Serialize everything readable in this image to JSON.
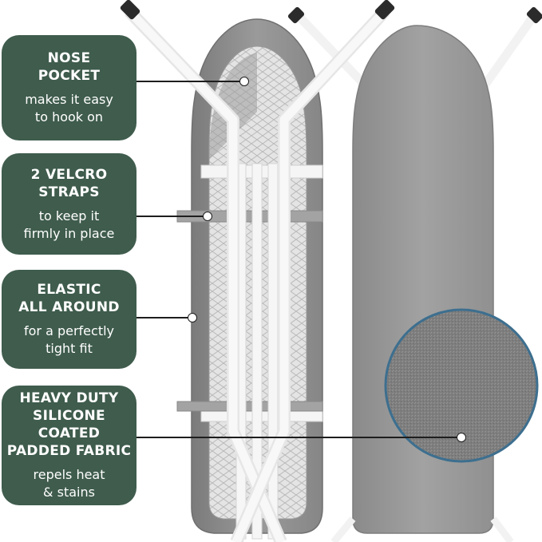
{
  "callouts": [
    {
      "title_lines": [
        "NOSE",
        "POCKET"
      ],
      "sub_lines": [
        "makes it easy",
        "to hook on"
      ]
    },
    {
      "title_lines": [
        "2 VELCRO",
        "STRAPS"
      ],
      "sub_lines": [
        "to keep it",
        "firmly in place"
      ]
    },
    {
      "title_lines": [
        "ELASTIC",
        "ALL AROUND"
      ],
      "sub_lines": [
        "for a perfectly",
        "tight fit"
      ]
    },
    {
      "title_lines": [
        "HEAVY DUTY",
        "SILICONE COATED",
        "PADDED FABRIC"
      ],
      "sub_lines": [
        "repels heat",
        "& stains"
      ]
    }
  ],
  "colors": {
    "badge": "#3f5c4d",
    "cover_grey": "#8f8f8f",
    "mesh_bg": "#e2e2e2",
    "leg_white": "#f4f4f4",
    "zoom_ring": "#3d6f8f"
  }
}
